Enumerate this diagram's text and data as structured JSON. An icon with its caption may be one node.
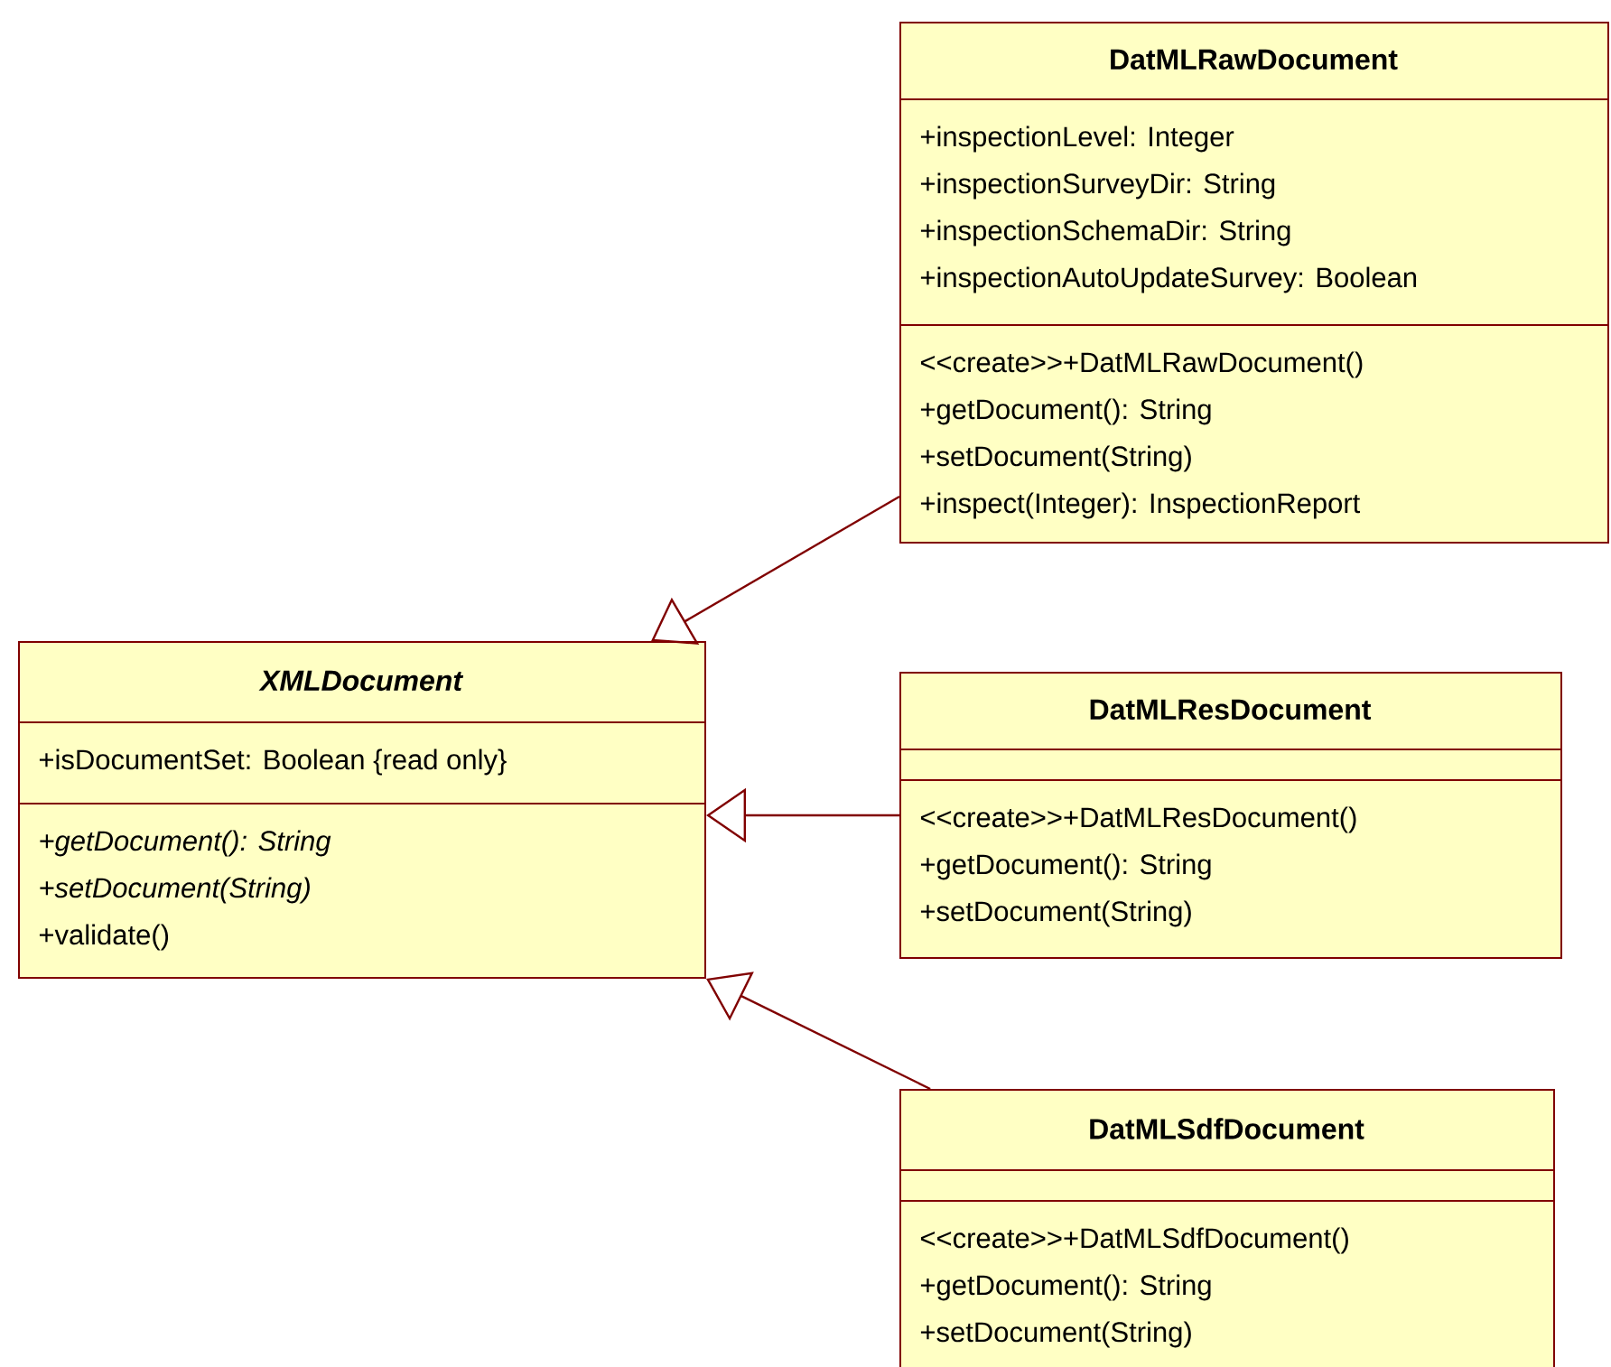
{
  "diagram": {
    "nodes": [
      {
        "text": [
          "XMLDocument",
          "+isDocumentSet: Boolean {read only}",
          "+getDocument(): String",
          "+setDocument(String)",
          "+validate()"
        ]
      },
      {
        "text": [
          "DatMLRawDocument",
          "+inspectionLevel: Integer",
          "+inspectionSurveyDir: String",
          "+inspectionSchemaDir: String",
          "+inspectionAutoUpdateSurvey: Boolean",
          "<<create>>+DatMLRawDocument()",
          "+getDocument(): String",
          "+setDocument(String)",
          "+inspect(Integer): InspectionReport"
        ]
      },
      {
        "text": [
          "DatMLResDocument",
          "<<create>>+DatMLResDocument()",
          "+getDocument(): String",
          "+setDocument(String)"
        ]
      },
      {
        "text": [
          "DatMLSdfDocument",
          "<<create>>+DatMLSdfDocument()",
          "+getDocument(): String",
          "+setDocument(String)"
        ]
      }
    ],
    "edges": [
      {
        "from": 1,
        "to": 0,
        "arrow": "to"
      },
      {
        "from": 2,
        "to": 0,
        "arrow": "to"
      },
      {
        "from": 3,
        "to": 0,
        "arrow": "to"
      }
    ]
  }
}
